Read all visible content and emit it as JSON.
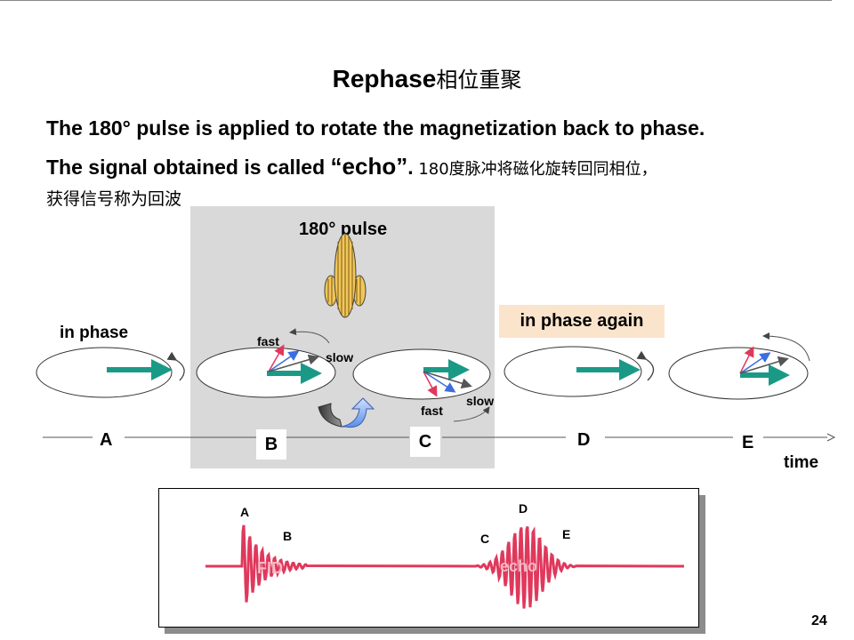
{
  "title": {
    "main": "Rephase",
    "cn": "相位重聚"
  },
  "line1": "The 180°  pulse is applied to rotate the magnetization back to phase.",
  "line2": {
    "pre": "The signal obtained is called ",
    "open_quote": "“",
    "echo": "echo",
    "close_quote": "”",
    "period": ".",
    "cn": " 180度脉冲将磁化旋转回同相位，"
  },
  "line3": "获得信号称为回波",
  "pulse_label": "180°  pulse",
  "in_phase": "in phase",
  "in_phase_again": "in phase again",
  "fast": "fast",
  "slow": "slow",
  "timeline": {
    "A": "A",
    "B": "B",
    "C": "C",
    "D": "D",
    "E": "E",
    "time": "time"
  },
  "signal": {
    "A": "A",
    "B": "B",
    "C": "C",
    "D": "D",
    "E": "E",
    "fid": "FID",
    "echo": "echo"
  },
  "page_number": "24",
  "colors": {
    "arrow_green": "#1a9a86",
    "signal_red": "#e0385c",
    "highlight": "#fbe4cc",
    "gray_box": "#d9d9d9",
    "pulse_yellow": "#f1c75a"
  }
}
